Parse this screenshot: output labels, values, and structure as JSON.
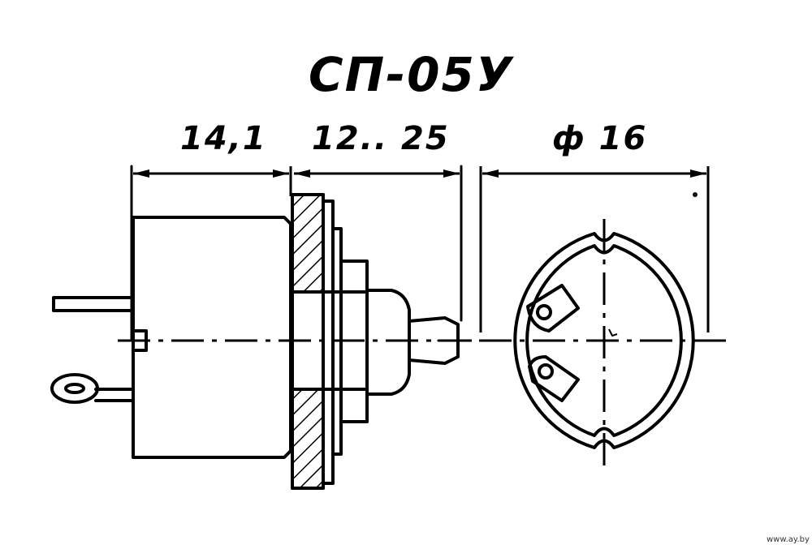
{
  "title": "СП-05У",
  "dimensions": {
    "body_length": "14,1",
    "shaft_length": "12.. 25",
    "diameter": "ф 16"
  },
  "watermark": "www.ay.by",
  "colors": {
    "ink": "#000000",
    "paper": "#ffffff"
  }
}
